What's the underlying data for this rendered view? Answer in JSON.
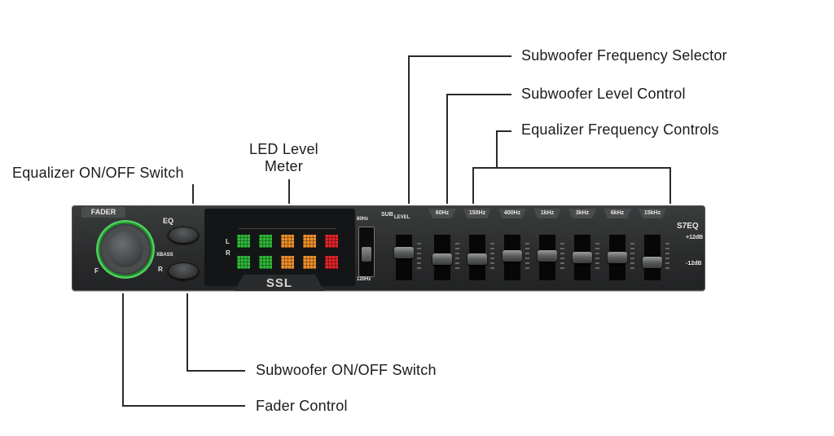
{
  "callouts": {
    "sub_freq_selector": "Subwoofer Frequency Selector",
    "sub_level_control": "Subwoofer Level Control",
    "eq_freq_controls": "Equalizer Frequency Controls",
    "led_meter_line1": "LED Level",
    "led_meter_line2": "Meter",
    "eq_switch": "Equalizer ON/OFF Switch",
    "sub_switch": "Subwoofer ON/OFF Switch",
    "fader_control": "Fader Control"
  },
  "panel": {
    "fader_label": "FADER",
    "fader_front": "F",
    "fader_rear": "R",
    "eq_label": "EQ",
    "xbass_label": "XBASS",
    "meter_left": "L",
    "meter_right": "R",
    "brand": "SSL",
    "model": "S7EQ",
    "sub_label": "SUB",
    "level_label": "LEVEL",
    "sub_freq_top": "80Hz",
    "sub_freq_bottom": "120Hz",
    "gain_max": "+12dB",
    "gain_min": "-12dB",
    "bands": [
      {
        "label": "60Hz",
        "level": 0.45
      },
      {
        "label": "150Hz",
        "level": 0.45
      },
      {
        "label": "400Hz",
        "level": 0.55
      },
      {
        "label": "1kHz",
        "level": 0.55
      },
      {
        "label": "3kHz",
        "level": 0.5
      },
      {
        "label": "6kHz",
        "level": 0.5
      },
      {
        "label": "15kHz",
        "level": 0.35
      }
    ],
    "sub_level": 0.65,
    "meter_colors": [
      "#2fb83a",
      "#2fb83a",
      "#f0902a",
      "#f0902a",
      "#e0242a"
    ]
  }
}
